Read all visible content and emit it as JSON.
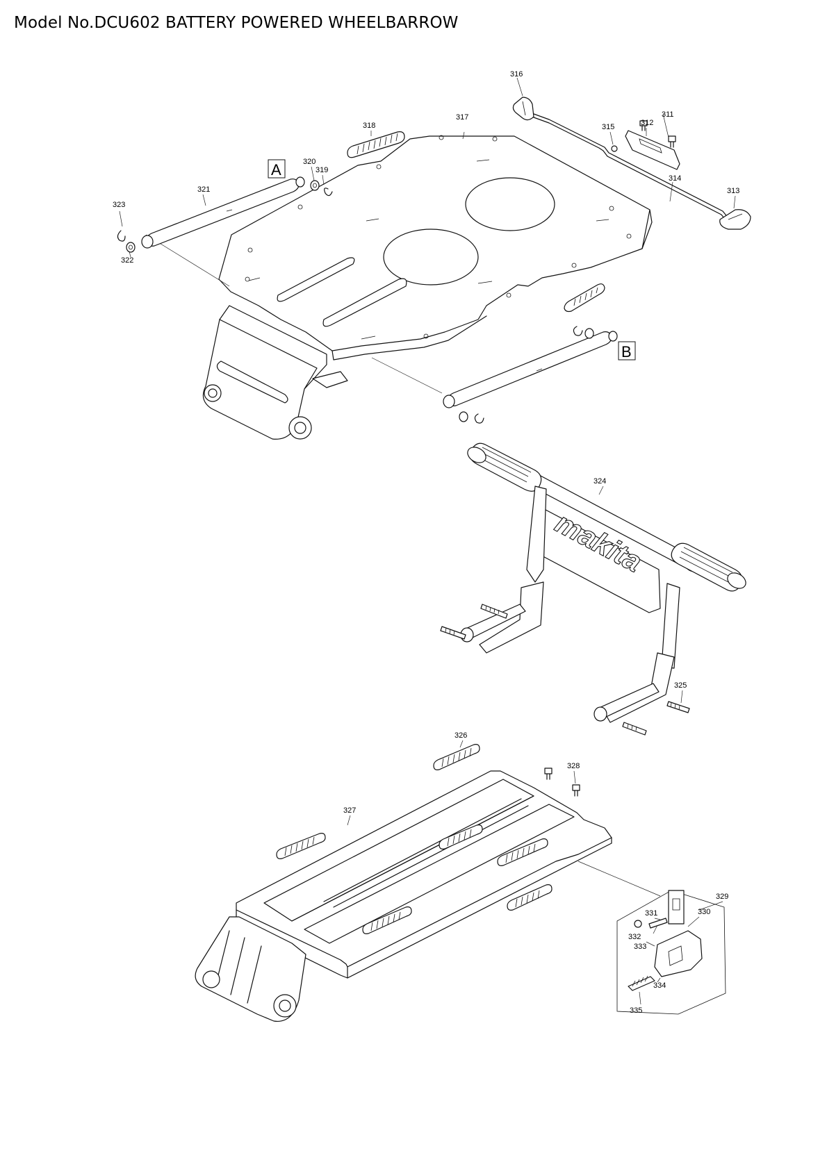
{
  "title": "Model No.DCU602 BATTERY POWERED WHEELBARROW",
  "brand_mark": "makita",
  "section_markers": [
    "A",
    "B"
  ],
  "part_labels": [
    {
      "id": "p311",
      "text": "311"
    },
    {
      "id": "p312",
      "text": "312"
    },
    {
      "id": "p313",
      "text": "313"
    },
    {
      "id": "p314",
      "text": "314"
    },
    {
      "id": "p315",
      "text": "315"
    },
    {
      "id": "p316",
      "text": "316"
    },
    {
      "id": "p317",
      "text": "317"
    },
    {
      "id": "p318",
      "text": "318"
    },
    {
      "id": "p319",
      "text": "319"
    },
    {
      "id": "p320",
      "text": "320"
    },
    {
      "id": "p321",
      "text": "321"
    },
    {
      "id": "p322",
      "text": "322"
    },
    {
      "id": "p323",
      "text": "323"
    },
    {
      "id": "p324",
      "text": "324"
    },
    {
      "id": "p325",
      "text": "325"
    },
    {
      "id": "p326",
      "text": "326"
    },
    {
      "id": "p327",
      "text": "327"
    },
    {
      "id": "p328",
      "text": "328"
    },
    {
      "id": "p329",
      "text": "329"
    },
    {
      "id": "p330",
      "text": "330"
    },
    {
      "id": "p331",
      "text": "331"
    },
    {
      "id": "p332",
      "text": "332"
    },
    {
      "id": "p333",
      "text": "333"
    },
    {
      "id": "p334",
      "text": "334"
    },
    {
      "id": "p335",
      "text": "335"
    }
  ]
}
